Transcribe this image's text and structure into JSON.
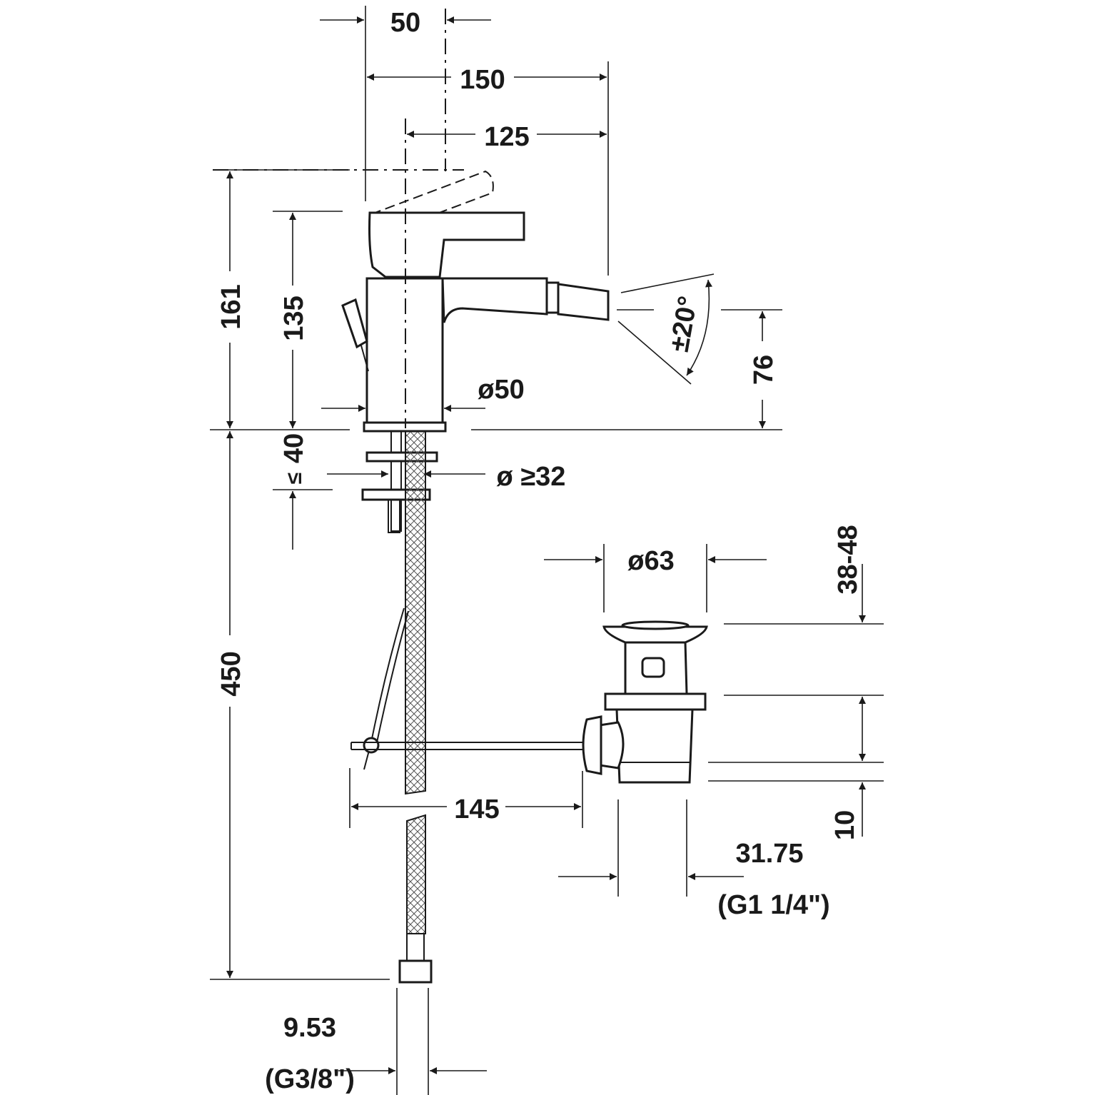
{
  "dimensions": {
    "lever_offset": "50",
    "overall_reach": "150",
    "spout_reach": "125",
    "overall_height": "161",
    "spout_height": "135",
    "body_diameter": "ø50",
    "angle": "±20°",
    "outlet_height": "76",
    "deck_thickness": "40",
    "deck_thickness_prefix": "≤",
    "hole_diameter": "ø ≥32",
    "hose_length": "450",
    "waste_diameter": "ø63",
    "waste_range": "38-48",
    "rod_length": "145",
    "waste_offset": "10",
    "waste_thread": "31.75",
    "waste_thread_inch": "(G1 1/4\")",
    "hose_thread": "9.53",
    "hose_thread_inch": "(G3/8\")"
  }
}
